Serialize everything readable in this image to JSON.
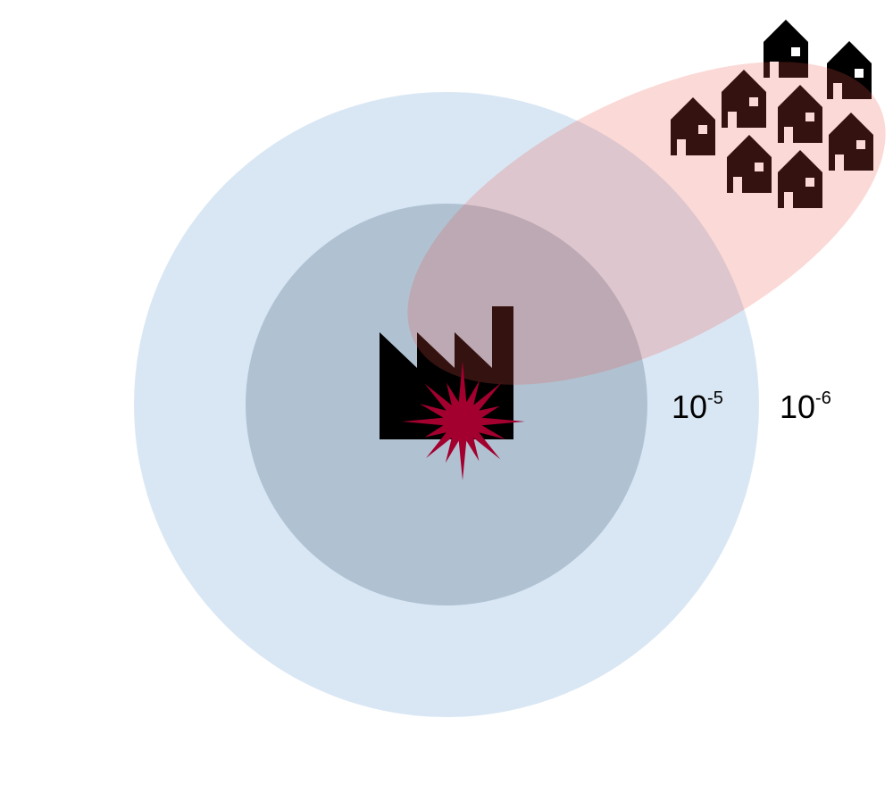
{
  "labels": {
    "inner_contour": {
      "base": "10",
      "exponent": "-5"
    },
    "outer_contour": {
      "base": "10",
      "exponent": "-6"
    }
  },
  "colors": {
    "outer_circle": "#d9e7f4",
    "inner_circle": "#b0c2d2",
    "population_zone": "#eb5046",
    "explosion": "#a3002f",
    "buildings": "#000000"
  },
  "icons": [
    "factory-icon",
    "explosion-icon",
    "house-icon"
  ]
}
